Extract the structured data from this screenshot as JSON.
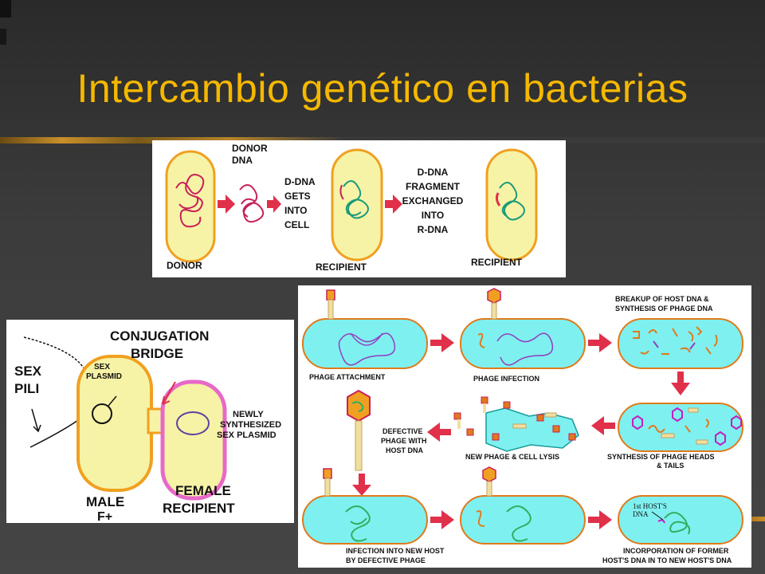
{
  "slide": {
    "title": "Intercambio genético en bacterias"
  },
  "transformation": {
    "donor_dna_label": [
      "DONOR",
      "DNA"
    ],
    "gets_into_cell": [
      "D-DNA",
      "GETS",
      "INTO",
      "CELL"
    ],
    "fragment_exchanged": [
      "D-DNA",
      "FRAGMENT",
      "EXCHANGED",
      "INTO",
      "R-DNA"
    ],
    "donor": "DONOR",
    "recipient_1": "RECIPIENT",
    "recipient_2": "RECIPIENT"
  },
  "conjugation": {
    "bridge": [
      "CONJUGATION",
      "BRIDGE"
    ],
    "sex_pili": [
      "SEX",
      "PILI"
    ],
    "sex_plasmid": [
      "SEX",
      "PLASMID"
    ],
    "newly_synthesized": [
      "NEWLY",
      "SYNTHESIZED",
      "SEX PLASMID"
    ],
    "male": [
      "MALE",
      "F+"
    ],
    "female": [
      "FEMALE",
      "RECIPIENT"
    ]
  },
  "transduction": {
    "phage_attachment": "PHAGE ATTACHMENT",
    "phage_infection": "PHAGE INFECTION",
    "breakup": [
      "BREAKUP OF HOST DNA &",
      "SYNTHESIS OF PHAGE DNA"
    ],
    "synthesis_heads": [
      "SYNTHESIS OF PHAGE HEADS",
      "& TAILS"
    ],
    "new_phage_lysis": "NEW PHAGE & CELL LYSIS",
    "defective_phage": [
      "DEFECTIVE",
      "PHAGE WITH",
      "HOST DNA"
    ],
    "infection_new_host": [
      "INFECTION INTO NEW HOST",
      "BY DEFECTIVE PHAGE"
    ],
    "first_host_dna": [
      "1st HOST'S",
      "DNA"
    ],
    "incorporation": [
      "INCORPORATION OF FORMER",
      "HOST'S DNA IN TO NEW HOST'S DNA"
    ]
  },
  "colors": {
    "title": "#f5b800",
    "cell_yellow": "#f7f3a6",
    "cell_cyan": "#7ff0f0",
    "cell_border": "#e07a1a",
    "arrow_red": "#e0304a",
    "dna_red": "#c8205a",
    "dna_purple": "#9040c0",
    "dna_green": "#30b060",
    "pink_membrane": "#e868c8"
  }
}
